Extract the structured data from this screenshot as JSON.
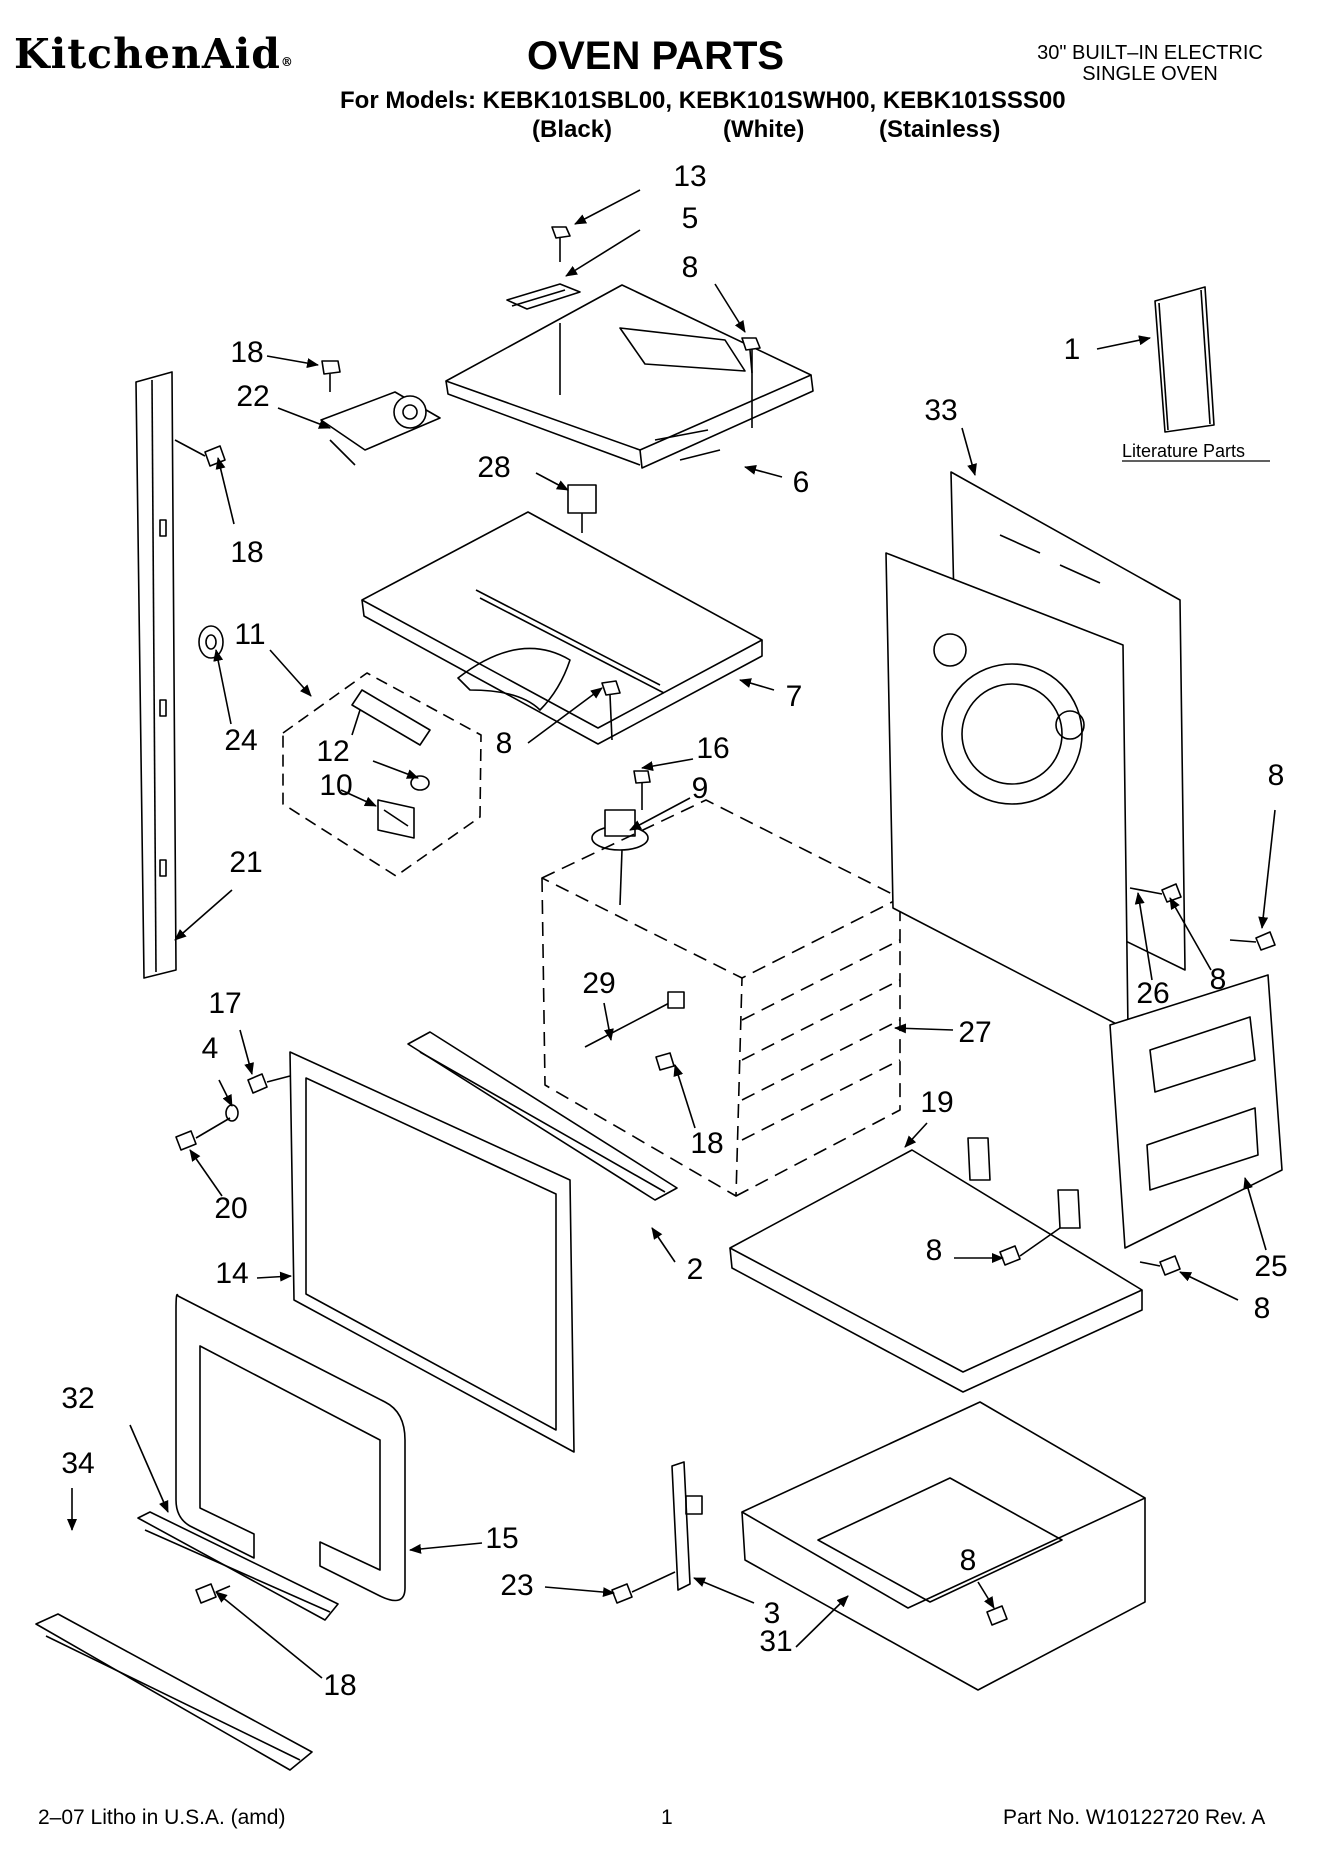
{
  "header": {
    "brand": "KitchenAid",
    "brand_mark": "®",
    "title": "OVEN PARTS",
    "oven_type_line1": "30\" BUILT–IN ELECTRIC",
    "oven_type_line2": "SINGLE OVEN",
    "models": "For Models: KEBK101SBL00, KEBK101SWH00, KEBK101SSS00",
    "colors": [
      "(Black)",
      "(White)",
      "(Stainless)"
    ]
  },
  "diagram": {
    "literature_label": "Literature Parts",
    "callouts": [
      "13",
      "5",
      "8",
      "18",
      "22",
      "1",
      "33",
      "28",
      "6",
      "18",
      "11",
      "7",
      "24",
      "12",
      "8",
      "10",
      "16",
      "9",
      "8",
      "21",
      "29",
      "26",
      "8",
      "17",
      "27",
      "4",
      "18",
      "19",
      "20",
      "2",
      "8",
      "25",
      "8",
      "14",
      "32",
      "34",
      "15",
      "23",
      "3",
      "8",
      "31",
      "18"
    ]
  },
  "footer": {
    "left": "2–07 Litho in U.S.A. (amd)",
    "page": "1",
    "right": "Part No. W10122720 Rev. A"
  }
}
